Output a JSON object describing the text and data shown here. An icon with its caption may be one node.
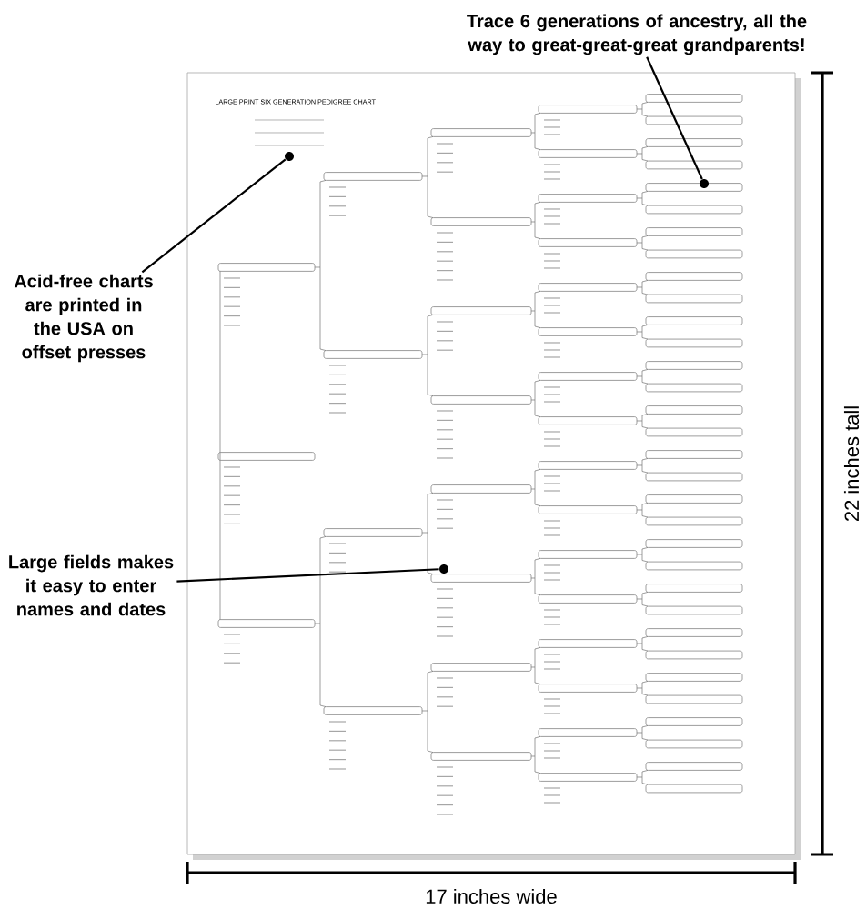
{
  "diagram": {
    "nodes": [
      {
        "text": [
          "Trace 6 generations of ancestry, all the way to great-great-great grandparents!"
        ]
      },
      {
        "text": [
          "Acid-free charts are printed in the USA on offset presses"
        ]
      },
      {
        "text": [
          "Large fields makes it easy to enter names and dates"
        ]
      },
      {
        "text": [],
        "shape": "circle"
      },
      {
        "text": [],
        "shape": "circle"
      },
      {
        "text": [],
        "shape": "circle"
      }
    ],
    "edges": [
      {
        "from": 0,
        "to": 4,
        "arrow": "none"
      },
      {
        "from": 1,
        "to": 3,
        "arrow": "none"
      },
      {
        "from": 2,
        "to": 5,
        "arrow": "none"
      }
    ],
    "labels": [
      "LARGE PRINT SIX GENERATION PEDIGREE CHART",
      "22 inches tall",
      "17 inches wide"
    ]
  }
}
